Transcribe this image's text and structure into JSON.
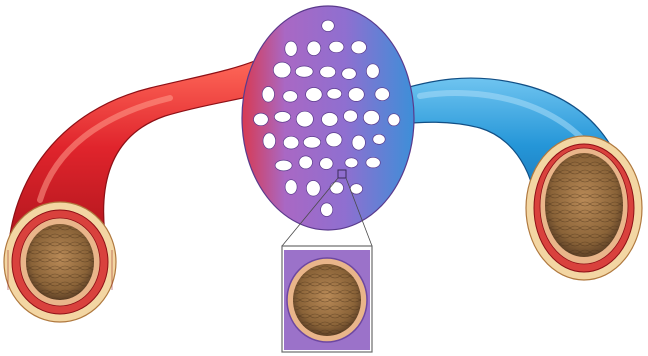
{
  "diagram": {
    "title": "",
    "parts": [
      {
        "id": "artery",
        "kind": "vessel"
      },
      {
        "id": "arteriole",
        "kind": "vessel"
      },
      {
        "id": "capillary-bed",
        "kind": "network"
      },
      {
        "id": "venule",
        "kind": "vessel"
      },
      {
        "id": "vein",
        "kind": "vessel"
      },
      {
        "id": "capillary-cross-section",
        "kind": "inset"
      }
    ],
    "colors": {
      "arterial_red": "#e0242c",
      "arterial_dark": "#a8141b",
      "arterial_light": "#ff6a5a",
      "capillary_purple": "#9b72c9",
      "capillary_dark": "#6d47a1",
      "venous_blue": "#2596d8",
      "venous_dark": "#1868a8",
      "venous_light": "#6fc4f0",
      "wall_outer": "#f3d6a3",
      "wall_mid": "#d9413d",
      "lumen": "#6b4a2b",
      "lumen_light": "#b98a57",
      "background": "#ffffff"
    }
  }
}
